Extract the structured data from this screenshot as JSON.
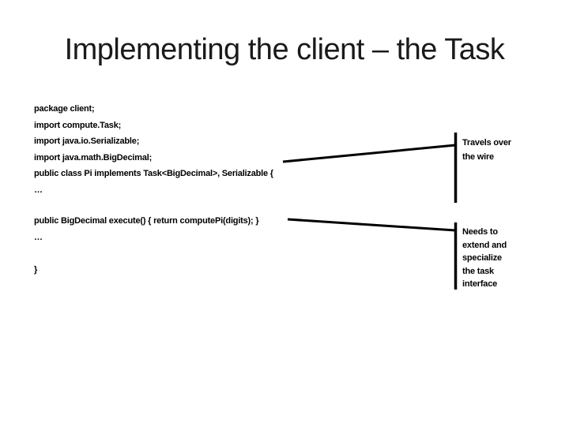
{
  "slide": {
    "title": "Implementing the client – the Task",
    "code_block_1": {
      "lines": [
        "package client;",
        "import compute.Task;",
        "import java.io.Serializable;",
        "import java.math.BigDecimal;",
        "public class Pi implements Task<BigDecimal>, Serializable {",
        "…"
      ]
    },
    "code_block_2": {
      "lines": [
        "public BigDecimal execute() { return computePi(digits); }",
        "…",
        "",
        "}"
      ]
    },
    "callouts": [
      {
        "lines": [
          "Travels over",
          "the wire"
        ]
      },
      {
        "lines": [
          "Needs to",
          "extend and",
          "specialize",
          "the task",
          "interface"
        ]
      }
    ],
    "colors": {
      "background": "#ffffff",
      "text": "#000000",
      "title_text": "#1a1a1a",
      "connector_line": "#000000"
    }
  }
}
